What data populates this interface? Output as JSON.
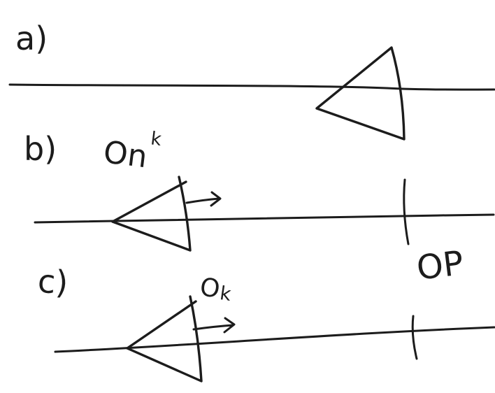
{
  "figure": {
    "background_color": "#ffffff",
    "ink_color": "#1c1c1c",
    "panel_a": {
      "label": "a)"
    },
    "panel_b": {
      "label": "b)",
      "object_label": {
        "base": "On",
        "superscript": "k"
      }
    },
    "panel_c": {
      "label": "c)",
      "object_label": {
        "base": "O",
        "small": "k"
      }
    },
    "point_label": "OP"
  }
}
